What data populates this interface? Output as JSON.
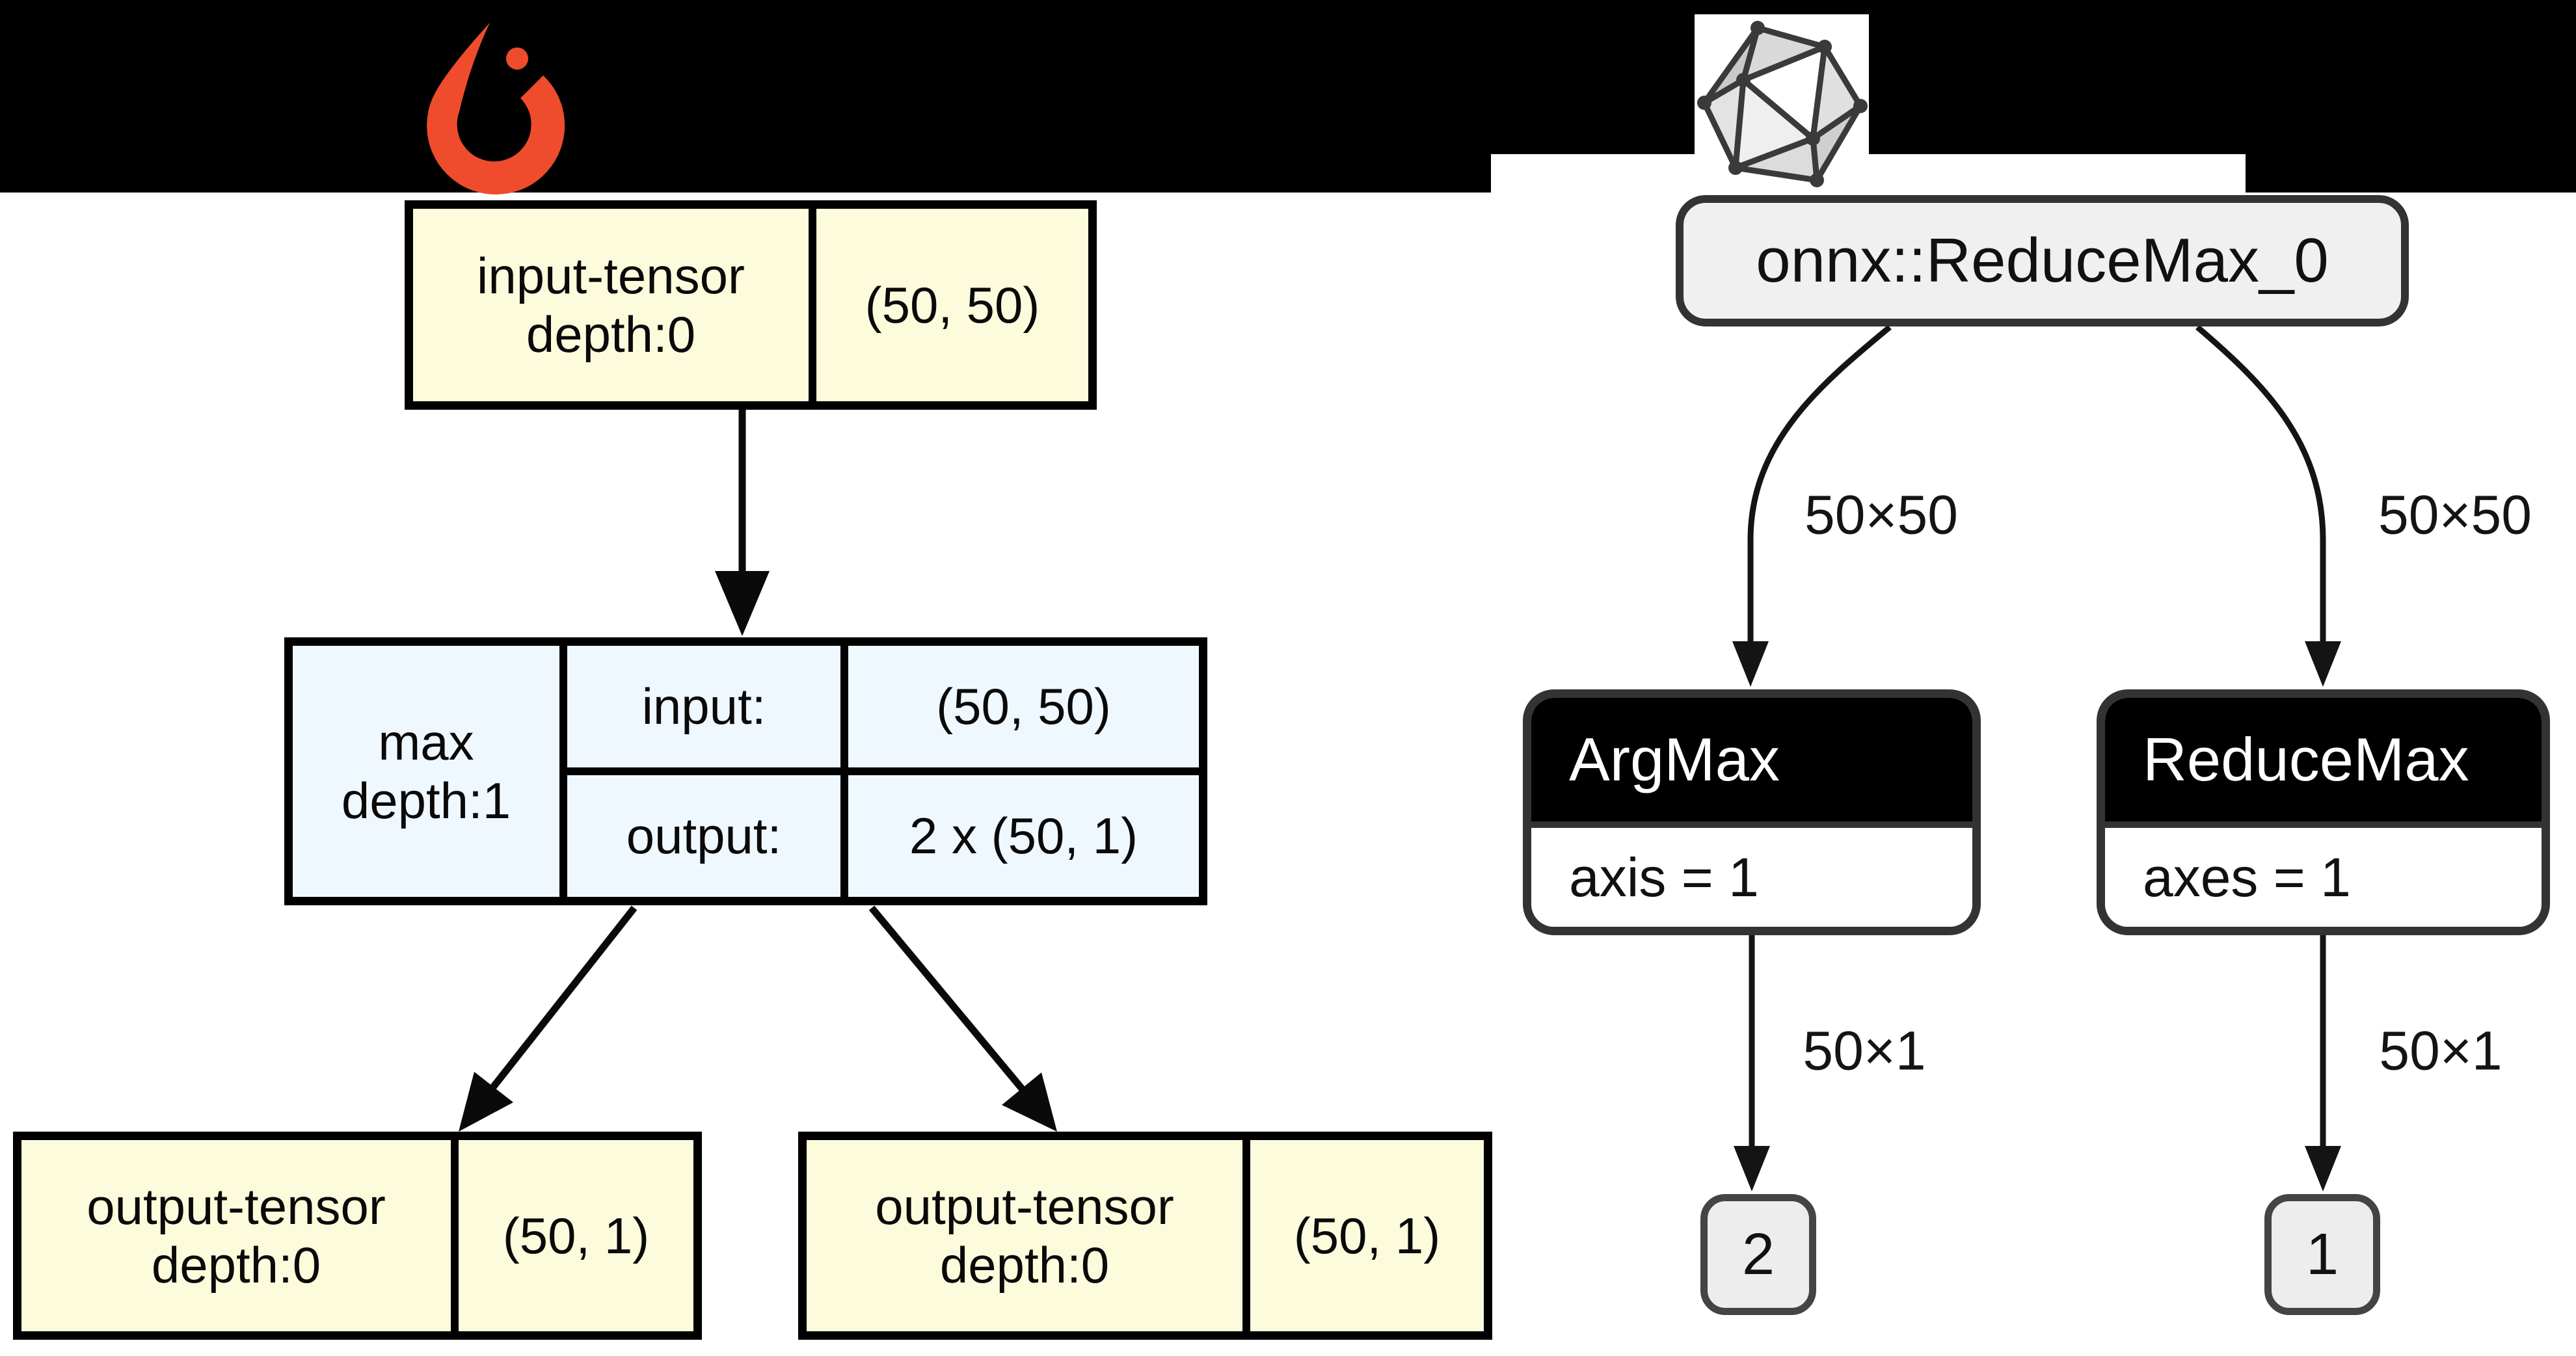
{
  "colors": {
    "banner": "#000000",
    "pytorch_orange": "#EE4C2C",
    "pytorch_node_fill": "#FCFCDD",
    "pytorch_op_fill": "#F0F8FF",
    "onnx_root_fill": "#F0F0F0",
    "onnx_leaf_fill": "#EDEDED",
    "onnx_header_fill": "#000000",
    "edge_color": "#111111"
  },
  "icons": {
    "pytorch_logo": "pytorch-flame",
    "onnx_logo": "onnx-polyhedron"
  },
  "pytorch_graph": {
    "input_node": {
      "line1": "input-tensor",
      "line2": "depth:0",
      "shape": "(50, 50)"
    },
    "op_node": {
      "name": "max",
      "depth": "depth:1",
      "input_label": "input:",
      "input_shape": "(50, 50)",
      "output_label": "output:",
      "output_shape": "2 x (50, 1)"
    },
    "output_left": {
      "line1": "output-tensor",
      "line2": "depth:0",
      "shape": "(50, 1)"
    },
    "output_right": {
      "line1": "output-tensor",
      "line2": "depth:0",
      "shape": "(50, 1)"
    }
  },
  "onnx_graph": {
    "root_label": "onnx::ReduceMax_0",
    "argmax_node": {
      "name": "ArgMax",
      "attr": "axis = 1"
    },
    "reducemax_node": {
      "name": "ReduceMax",
      "attr": "axes = 1"
    },
    "edge_label_left_top": "50×50",
    "edge_label_right_top": "50×50",
    "edge_label_left_bottom": "50×1",
    "edge_label_right_bottom": "50×1",
    "leaf_left": "2",
    "leaf_right": "1"
  }
}
